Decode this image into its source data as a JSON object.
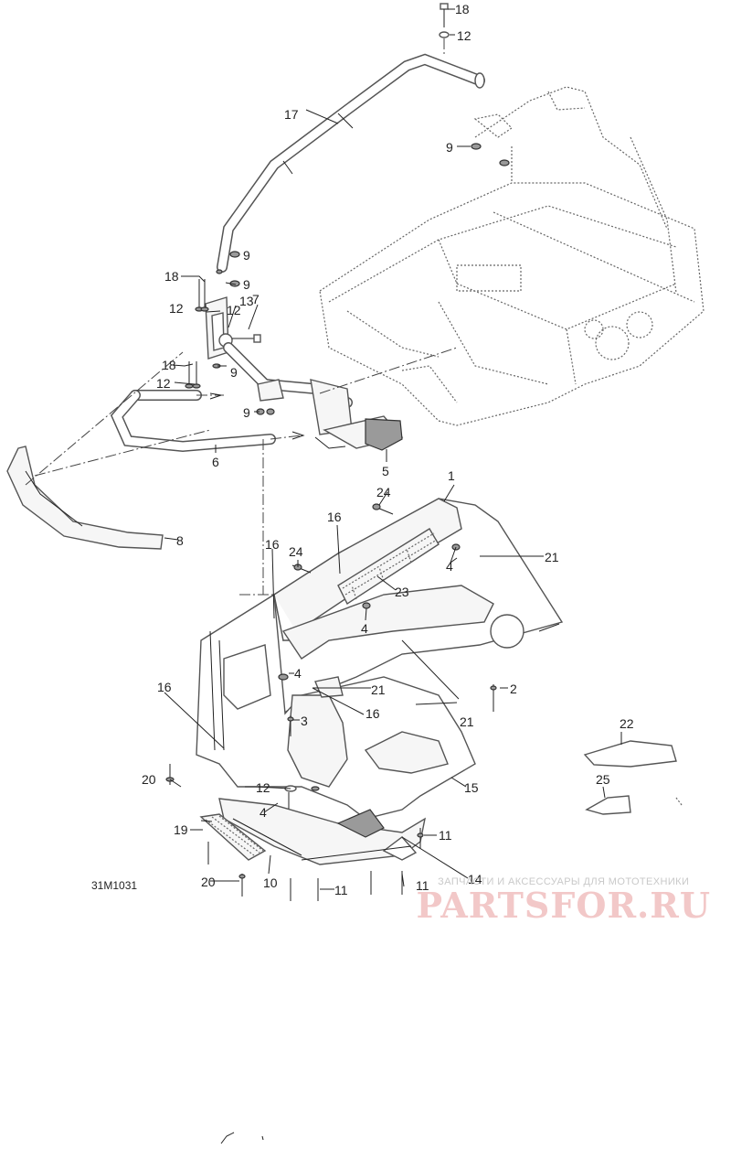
{
  "figure_code": "31M1031",
  "callouts": [
    {
      "id": "c1",
      "text": "1"
    },
    {
      "id": "c2",
      "text": "2"
    },
    {
      "id": "c3",
      "text": "3"
    },
    {
      "id": "c4a",
      "text": "4"
    },
    {
      "id": "c4b",
      "text": "4"
    },
    {
      "id": "c4c",
      "text": "4"
    },
    {
      "id": "c4d",
      "text": "4"
    },
    {
      "id": "c5",
      "text": "5"
    },
    {
      "id": "c6",
      "text": "6"
    },
    {
      "id": "c7",
      "text": "7"
    },
    {
      "id": "c8",
      "text": "8"
    },
    {
      "id": "c9a",
      "text": "9"
    },
    {
      "id": "c9b",
      "text": "9"
    },
    {
      "id": "c9c",
      "text": "9"
    },
    {
      "id": "c9d",
      "text": "9"
    },
    {
      "id": "c9e",
      "text": "9"
    },
    {
      "id": "c10",
      "text": "10"
    },
    {
      "id": "c11a",
      "text": "11"
    },
    {
      "id": "c11b",
      "text": "11"
    },
    {
      "id": "c11c",
      "text": "11"
    },
    {
      "id": "c12a",
      "text": "12"
    },
    {
      "id": "c12b",
      "text": "12"
    },
    {
      "id": "c12c",
      "text": "12"
    },
    {
      "id": "c12d",
      "text": "12"
    },
    {
      "id": "c12e",
      "text": "12"
    },
    {
      "id": "c13",
      "text": "13"
    },
    {
      "id": "c14",
      "text": "14"
    },
    {
      "id": "c15",
      "text": "15"
    },
    {
      "id": "c16a",
      "text": "16"
    },
    {
      "id": "c16b",
      "text": "16"
    },
    {
      "id": "c16c",
      "text": "16"
    },
    {
      "id": "c16d",
      "text": "16"
    },
    {
      "id": "c17",
      "text": "17"
    },
    {
      "id": "c18a",
      "text": "18"
    },
    {
      "id": "c18b",
      "text": "18"
    },
    {
      "id": "c18c",
      "text": "18"
    },
    {
      "id": "c19",
      "text": "19"
    },
    {
      "id": "c20a",
      "text": "20"
    },
    {
      "id": "c20b",
      "text": "20"
    },
    {
      "id": "c21a",
      "text": "21"
    },
    {
      "id": "c21b",
      "text": "21"
    },
    {
      "id": "c21c",
      "text": "21"
    },
    {
      "id": "c22",
      "text": "22"
    },
    {
      "id": "c23",
      "text": "23"
    },
    {
      "id": "c24a",
      "text": "24"
    },
    {
      "id": "c24b",
      "text": "24"
    },
    {
      "id": "c25",
      "text": "25"
    }
  ],
  "watermark": {
    "tagline": "ЗАПЧАСТИ И АКСЕССУАРЫ ДЛЯ МОТОТЕХНИКИ",
    "logo": "PARTSFOR.RU"
  }
}
